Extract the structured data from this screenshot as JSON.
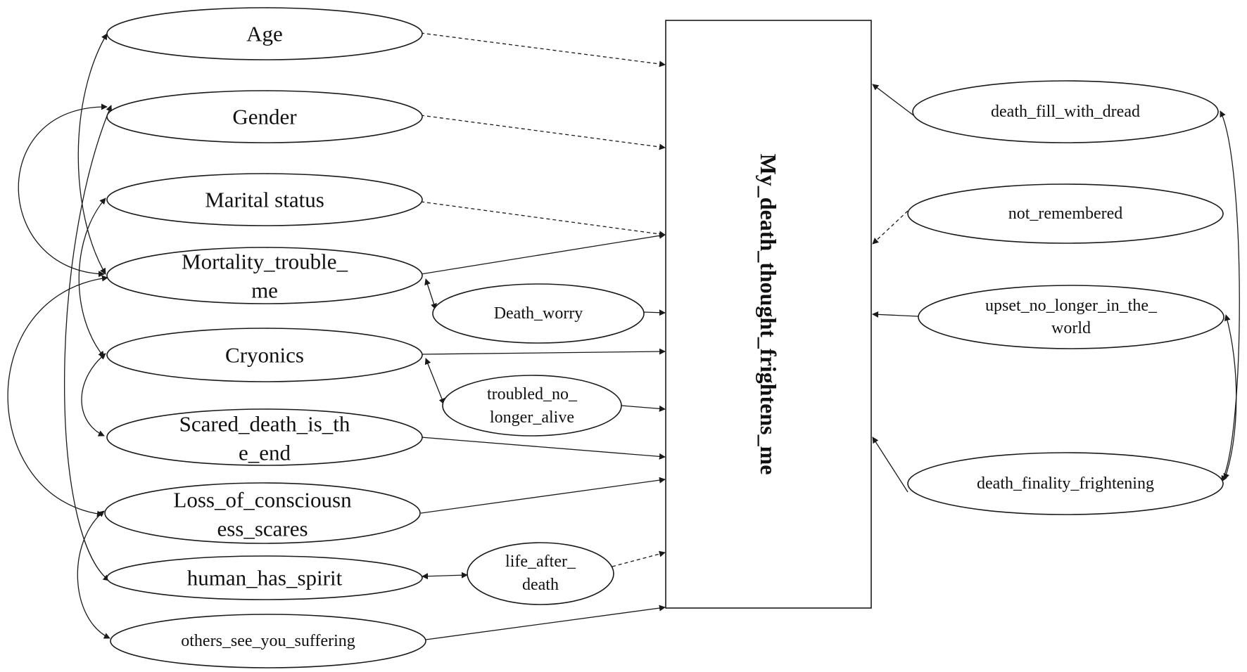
{
  "nodes": {
    "age": [
      "Age"
    ],
    "gender": [
      "Gender"
    ],
    "marital": [
      "Marital status"
    ],
    "mortality": [
      "Mortality_trouble_",
      "me"
    ],
    "death_worry": [
      "Death_worry"
    ],
    "cryonics": [
      "Cryonics"
    ],
    "troubled": [
      "troubled_no_",
      "longer_alive"
    ],
    "scared": [
      "Scared_death_is_th",
      "e_end"
    ],
    "loss": [
      "Loss_of_consciousn",
      "ess_scares"
    ],
    "spirit": [
      "human_has_spirit"
    ],
    "life_after": [
      "life_after_",
      "death"
    ],
    "others": [
      "others_see_you_suffering"
    ],
    "dread": [
      "death_fill_with_dread"
    ],
    "not_remembered": [
      "not_remembered"
    ],
    "upset": [
      "upset_no_longer_in_the_",
      "world"
    ],
    "finality": [
      "death_finality_frightening"
    ]
  },
  "outcome": {
    "label": "My_death_thought_frightens_me"
  }
}
